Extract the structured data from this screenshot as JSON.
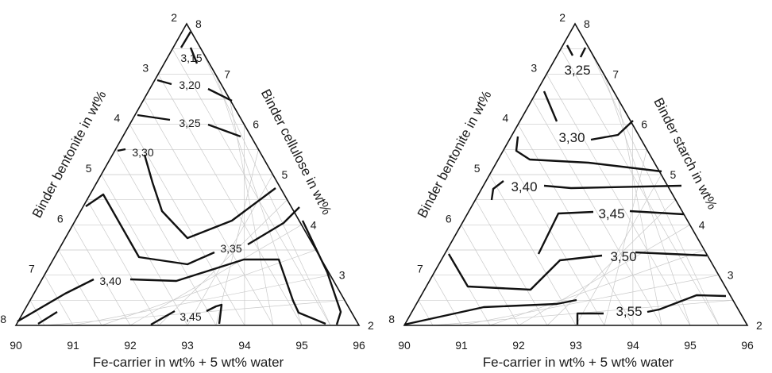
{
  "chart_data": [
    {
      "type": "ternary-contour",
      "bottom_axis": {
        "label": "Fe-carrier in wt% + 5 wt% water",
        "ticks": [
          "90",
          "91",
          "92",
          "93",
          "94",
          "95",
          "96"
        ]
      },
      "left_axis": {
        "label": "Binder bentonite in wt%",
        "ticks": [
          "2",
          "3",
          "4",
          "5",
          "6",
          "7",
          "8"
        ]
      },
      "right_axis": {
        "label": "Binder cellulose in wt%",
        "ticks": [
          "2",
          "3",
          "4",
          "5",
          "6",
          "7",
          "8"
        ]
      },
      "contour_labels": [
        "3,15",
        "3,20",
        "3,25",
        "3,30",
        "3,35",
        "3,40",
        "3,45"
      ]
    },
    {
      "type": "ternary-contour",
      "bottom_axis": {
        "label": "Fe-carrier in wt% + 5 wt% water",
        "ticks": [
          "90",
          "91",
          "92",
          "93",
          "94",
          "95",
          "96"
        ]
      },
      "left_axis": {
        "label": "Binder bentonite in wt%",
        "ticks": [
          "2",
          "3",
          "4",
          "5",
          "6",
          "7",
          "8"
        ]
      },
      "right_axis": {
        "label": "Binder starch in wt%",
        "ticks": [
          "2",
          "3",
          "4",
          "5",
          "6",
          "7",
          "8"
        ]
      },
      "contour_labels": [
        "3,25",
        "3,30",
        "3,40",
        "3,45",
        "3,50",
        "3,55"
      ]
    }
  ]
}
